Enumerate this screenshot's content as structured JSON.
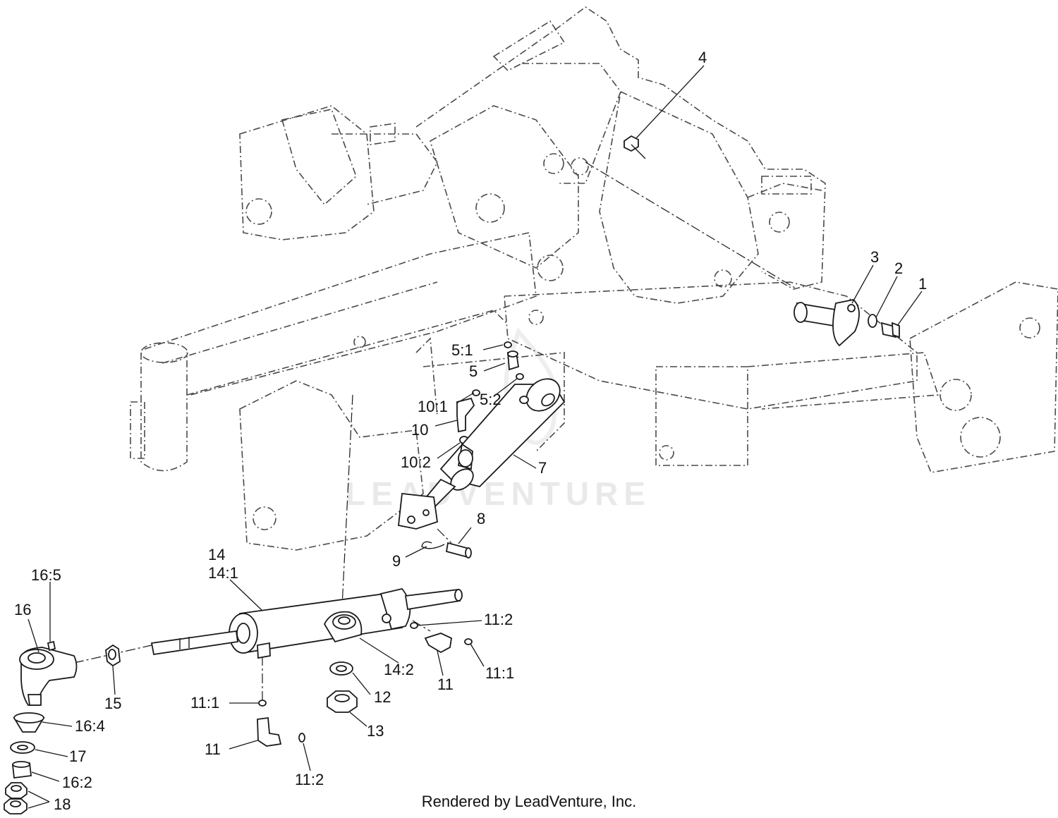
{
  "callouts": {
    "c1": "1",
    "c2": "2",
    "c3": "3",
    "c4": "4",
    "c5": "5",
    "c5_1": "5:1",
    "c5_2": "5:2",
    "c7": "7",
    "c8": "8",
    "c9": "9",
    "c10": "10",
    "c10_1": "10:1",
    "c10_2": "10:2",
    "c11_a": "11",
    "c11_b": "11",
    "c11_1_a": "11:1",
    "c11_1_b": "11:1",
    "c11_2_a": "11:2",
    "c11_2_b": "11:2",
    "c12": "12",
    "c13": "13",
    "c14": "14",
    "c14_1": "14:1",
    "c14_2": "14:2",
    "c15": "15",
    "c16": "16",
    "c16_2": "16:2",
    "c16_4": "16:4",
    "c16_5": "16:5",
    "c17": "17",
    "c18": "18"
  },
  "watermark": "LEADVENTURE",
  "credit": "Rendered by LeadVenture, Inc."
}
